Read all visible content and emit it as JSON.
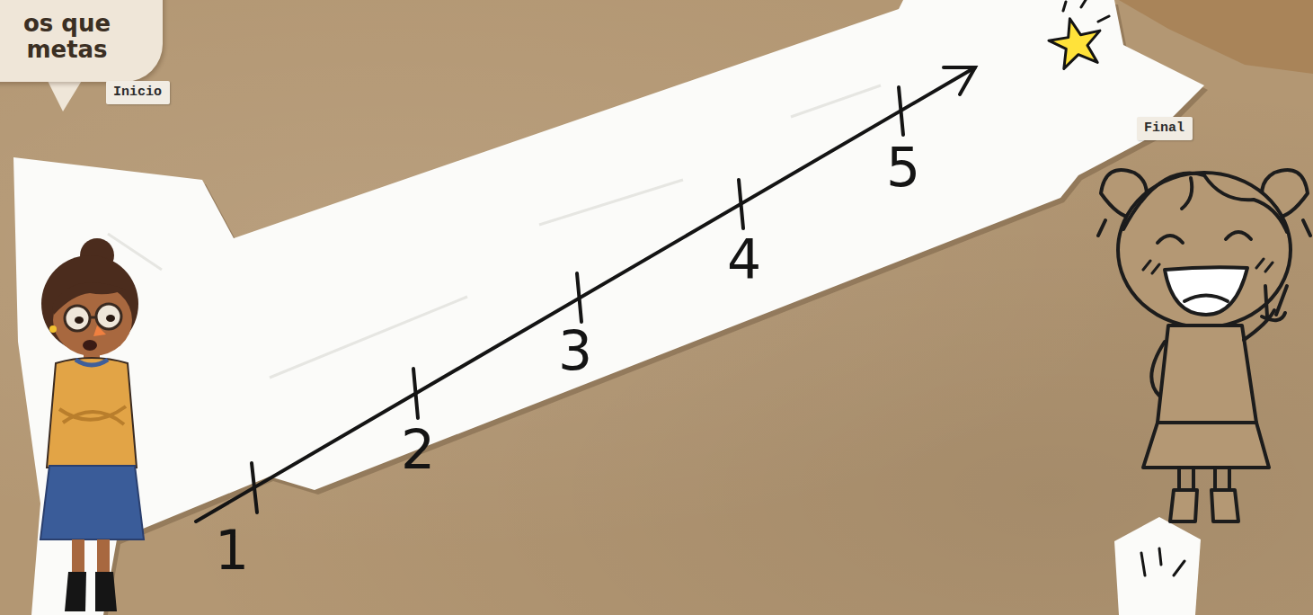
{
  "diagram": {
    "nodes": [
      {
        "text": [
          "os que metas"
        ]
      },
      {
        "text": [
          "Inicio"
        ]
      },
      {
        "text": [
          "Final"
        ]
      }
    ],
    "labels": [
      "1",
      "2",
      "3",
      "4",
      "5"
    ]
  }
}
